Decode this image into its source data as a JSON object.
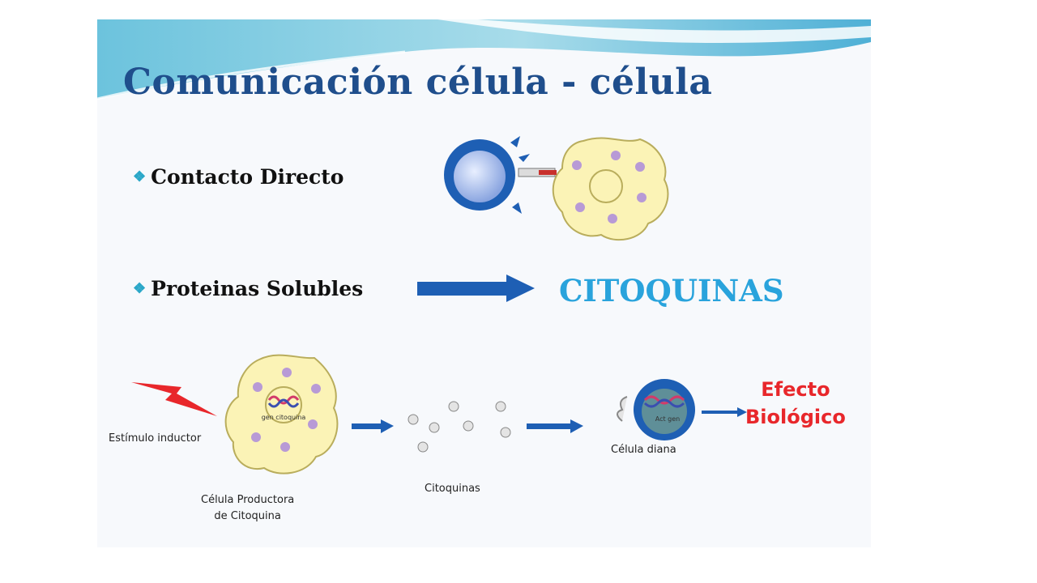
{
  "title": "Comunicación célula - célula",
  "bullets": [
    {
      "icon": "diamond-bullet-icon",
      "text": "Contacto Directo"
    },
    {
      "icon": "diamond-bullet-icon",
      "text": "Proteinas Solubles"
    }
  ],
  "result": "CITOQUINAS",
  "labels": {
    "estimulo": "Estímulo inductor",
    "productora_line1": "Célula Productora",
    "productora_line2": "de Citoquina",
    "citoquinas": "Citoquinas",
    "diana": "Célula diana",
    "gen": "gen citoquina",
    "act_gen": "Act gen"
  },
  "efecto": {
    "line1": "Efecto",
    "line2": "Biológico"
  },
  "colors": {
    "title": "#1f4e8c",
    "accent": "#29a3dc",
    "arrow": "#1e5fb4",
    "efecto": "#e8272b",
    "cell_fill": "#fbf3b6",
    "bolt": "#e8272b"
  }
}
